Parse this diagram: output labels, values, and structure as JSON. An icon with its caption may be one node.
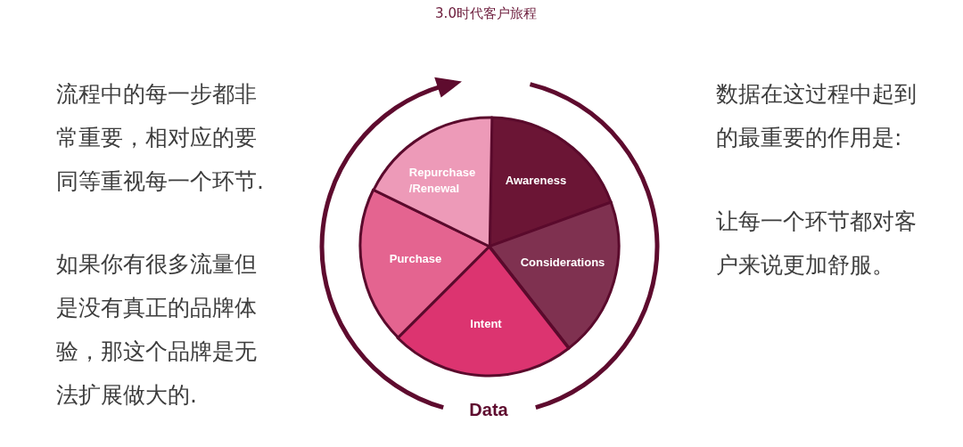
{
  "diagram": {
    "title": "3.0时代客户旅程",
    "nodes": [
      {
        "text": [
          "Awareness"
        ]
      },
      {
        "text": [
          "Considerations"
        ]
      },
      {
        "text": [
          "Intent"
        ]
      },
      {
        "text": [
          "Purchase"
        ]
      },
      {
        "text": [
          "Repurchase /Renewal"
        ]
      }
    ],
    "labels": [
      "流程中的每一步都非常重要，相对应的要同等重视每一个环节.",
      "如果你有很多流量但是没有真正的品牌体验，那这个品牌是无法扩展做大的.",
      "数据在这过程中起到的最重要的作用是:",
      "让每一个环节都对客户来说更加舒服。",
      "Data"
    ]
  }
}
